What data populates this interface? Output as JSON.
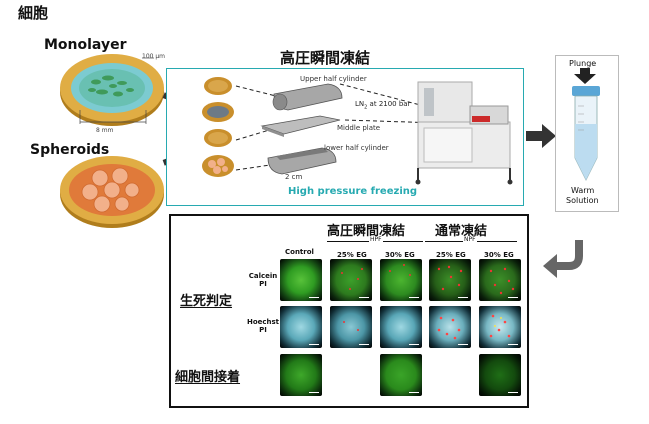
{
  "labels": {
    "cells": "細胞",
    "monolayer": "Monolayer",
    "spheroids": "Spheroids",
    "hpf_title": "高圧瞬間凍結",
    "hpf_english": "High pressure freezing",
    "upper_half": "Upper half cylinder",
    "ln2": "LN",
    "ln2_sub": "2",
    "ln2_rest": " at 2100 bar",
    "middle_plate": "Middle plate",
    "lower_half": "lower half cylinder",
    "dim_2cm": "2 cm",
    "dim_100um": "100 μm",
    "dim_8mm": "8 mm",
    "plunge": "Plunge",
    "warm_solution_1": "Warm",
    "warm_solution_2": "Solution"
  },
  "results": {
    "hpf_jp": "高圧瞬間凍結",
    "hpf_abbr": "HPF",
    "npf_jp": "通常凍結",
    "npf_abbr": "NPF",
    "columns": [
      "Control",
      "25% EG",
      "30% EG",
      "25% EG",
      "30% EG"
    ],
    "row_calcein_1": "Calcein",
    "row_calcein_2": "PI",
    "row_hoechst_1": "Hoechst",
    "row_hoechst_2": "PI",
    "viability": "生死判定",
    "adhesion": "細胞間接着"
  },
  "colors": {
    "teal": "#27aab1",
    "calcein_green": "#2fa02a",
    "hoechst_cyan": "#8fd6e0",
    "dish_gold": "#c8962c",
    "spheroid_orange": "#e07a3a"
  }
}
